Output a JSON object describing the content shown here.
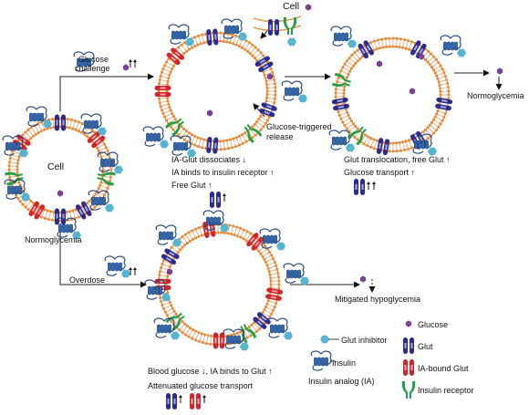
{
  "labels": {
    "cell_main": "Cell",
    "cell_top": "Cell",
    "normoglycemia_left": "Normoglycemia",
    "glucose_challenge_line1": "Glucose",
    "glucose_challenge_line2": "challenge",
    "overdose": "Overdose",
    "glucose_triggered_line1": "Glucose-triggered",
    "glucose_triggered_line2": "release",
    "normoglycemia_right": "Normoglycemia",
    "mitigated": "Mitigated hypoglycemia"
  },
  "captions": {
    "top_middle": [
      "IA-Glut dissociates ↓",
      "IA binds to insulin receptor ↑",
      "Free Glut ↑"
    ],
    "top_right": [
      "Glut translocation, free Glut ↑",
      "Glucose transport ↑"
    ],
    "bottom": [
      "Blood glucose ↓, IA binds to Glut ↑",
      "Attenuated glucose transport"
    ]
  },
  "legend": {
    "glut_inhibitor": "Glut inhibitor",
    "insulin": "Insulin",
    "insulin_analog": "Insulin analog (IA)",
    "glucose": "Glucose",
    "glut": "Glut",
    "ia_bound_glut": "IA-bound Glut",
    "insulin_receptor": "Insulin receptor"
  },
  "colors": {
    "membrane": "#e8893a",
    "glut": "#2b2c8f",
    "ia_bound_glut": "#d4242a",
    "insulin_receptor": "#23a047",
    "glucose": "#7d3f98",
    "glut_inhibitor": "#56b4d3",
    "insulin": "#1f4e8c"
  }
}
